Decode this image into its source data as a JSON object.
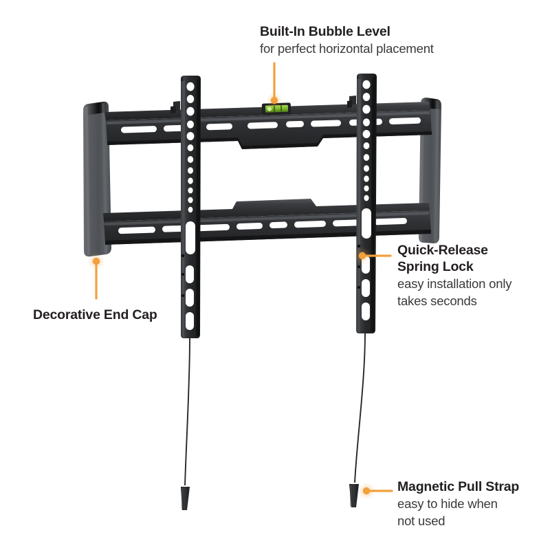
{
  "image": {
    "subject": "tv-wall-mount-bracket",
    "background_color": "#ffffff"
  },
  "theme": {
    "accent_color": "#f2a03d",
    "title_color": "#231f20",
    "subtitle_color": "#3a3a3c",
    "metal_dark": "#2b2b2d",
    "metal_mid": "#3c3d40",
    "metal_light": "#56585c",
    "endcap_gray": "#5a5d61",
    "level_green": "#7fbc2e"
  },
  "callouts": {
    "bubble_level": {
      "title": "Built-In Bubble Level",
      "subtitle": "for perfect horizontal placement",
      "marker": "dot-with-vertical-line"
    },
    "end_cap": {
      "title": "Decorative End Cap",
      "subtitle": "",
      "marker": "dot-with-vertical-line"
    },
    "spring_lock": {
      "title_line1": "Quick-Release",
      "title_line2": "Spring Lock",
      "subtitle_line1": "easy installation only",
      "subtitle_line2": "takes seconds",
      "marker": "dot-with-horizontal-line"
    },
    "pull_strap": {
      "title": "Magnetic Pull Strap",
      "subtitle_line1": "easy to hide when",
      "subtitle_line2": "not used",
      "marker": "dot-with-horizontal-line"
    }
  },
  "product_parts": {
    "left_end_cap": "decorative-end-cap-left",
    "right_end_cap": "decorative-end-cap-right",
    "top_rail": "upper-wall-rail",
    "bottom_rail": "lower-wall-rail",
    "left_arm": "vertical-mounting-arm-left",
    "right_arm": "vertical-mounting-arm-right",
    "bubble_level": "bubble-level-vial",
    "left_strap": "magnetic-pull-strap-left",
    "right_strap": "magnetic-pull-strap-right"
  }
}
